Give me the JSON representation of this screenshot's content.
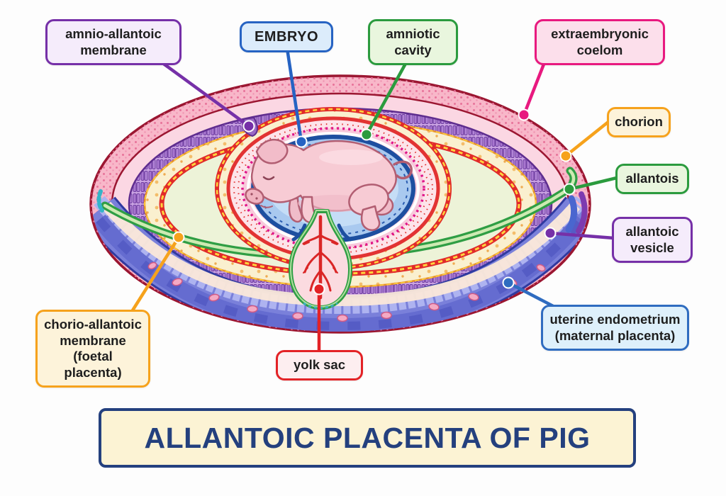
{
  "title": {
    "text": "ALLANTOIC PLACENTA OF PIG"
  },
  "labels": {
    "amnio_allantoic_membrane": {
      "text": "amnio-allantoic membrane",
      "border": "#7630a8",
      "fill": "#f5ecfb"
    },
    "embryo": {
      "text": "EMBRYO",
      "border": "#2663c3",
      "fill": "#dcecfb"
    },
    "amniotic_cavity": {
      "text": "amniotic cavity",
      "border": "#2b9b3e",
      "fill": "#e9f6de"
    },
    "extraembryonic_coelom": {
      "text": "extraembryonic coelom",
      "border": "#e8197f",
      "fill": "#fcdfeb"
    },
    "chorion": {
      "text": "chorion",
      "border": "#f6a21c",
      "fill": "#fdf3da"
    },
    "allantois": {
      "text": "allantois",
      "border": "#2b9b3e",
      "fill": "#e9f6de"
    },
    "allantoic_vesicle": {
      "text": "allantoic vesicle",
      "border": "#7630a8",
      "fill": "#f5ecfb"
    },
    "uterine_endometrium": {
      "text": "uterine endometrium\n(maternal placenta)",
      "border": "#2f6cc0",
      "fill": "#def0fb"
    },
    "chorio_allantoic_membrane": {
      "text": "chorio-allantoic membrane\n(foetal placenta)",
      "border": "#f6a21c",
      "fill": "#fdf3da"
    },
    "yolk_sac": {
      "text": "yolk sac",
      "border": "#e32226",
      "fill": "#fdeef0"
    }
  },
  "palette": {
    "title_navy": "#24407e",
    "title_cream": "#fcf3d4",
    "outer_rim_red": "#9b1631",
    "uterine_pink_band": "#f8b7c9",
    "light_pink_band": "#fbd7e3",
    "chorion_purple_band": "#c9a2e2",
    "coelom_cream_band": "#faf0cf",
    "chorio_allantoic_red": "#e12a2a",
    "allantoic_pale_green": "#edf3d8",
    "allantois_green": "#2f9e44",
    "maternal_blue": "#6a71cf",
    "amniotic_blue": "#a9c9ef",
    "amnion_magenta": "#e0158a",
    "pig_pink": "#f7cbd4",
    "yolk_vessel_red": "#da2626"
  }
}
